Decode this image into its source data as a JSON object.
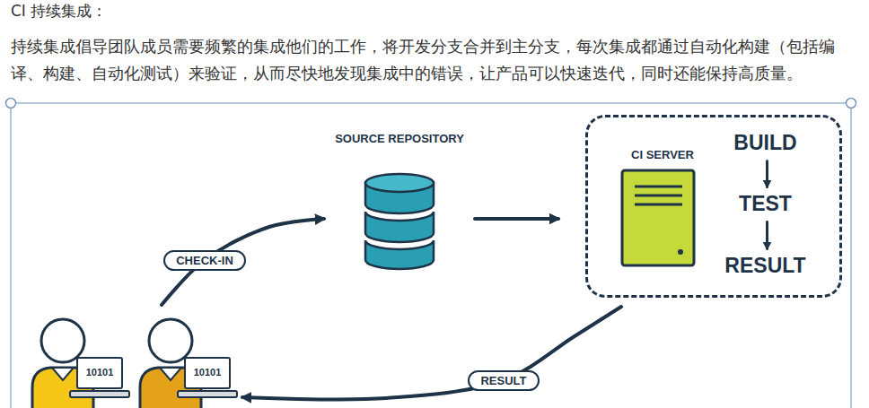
{
  "diagram": {
    "title": "CI 持续集成：",
    "nodes": [
      {
        "text": [
          "SOURCE REPOSITORY"
        ]
      },
      {
        "text": [
          "CI SERVER"
        ]
      },
      {
        "text": [
          "BUILD"
        ],
        "in": 1
      },
      {
        "text": [
          "TEST"
        ],
        "in": 1
      },
      {
        "text": [
          "RESULT"
        ],
        "in": 1
      },
      {
        "text": [
          "10101"
        ]
      },
      {
        "text": [
          "10101"
        ]
      }
    ],
    "edges": [
      {
        "from": 6,
        "to": 0,
        "arrow": "to",
        "label": "CHECK-IN"
      },
      {
        "from": 0,
        "to": 1,
        "arrow": "to"
      },
      {
        "from": 2,
        "to": 3,
        "arrow": "to"
      },
      {
        "from": 3,
        "to": 4,
        "arrow": "to"
      },
      {
        "from": 1,
        "to": 6,
        "arrow": "to",
        "label": "RESULT"
      }
    ],
    "labels": [
      "持续集成倡导团队成员需要频繁的集成他们的工作，将开发分支合并到主分支，每次集成都通过自动化构建（包括编译、构建、自动化测试）来验证，从而尽快地发现集成中的错误，让产品可以快速迭代，同时还能保持高质量。"
    ]
  }
}
